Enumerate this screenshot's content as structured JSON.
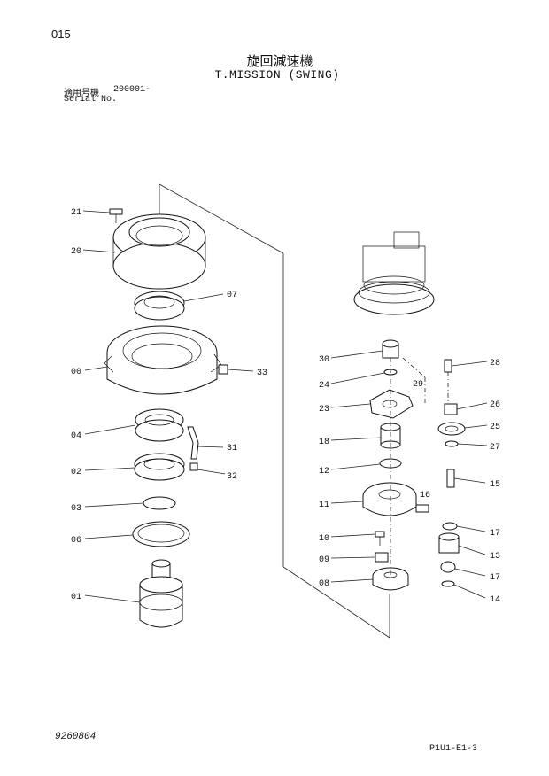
{
  "header": {
    "page_number": "015",
    "title_jp": "旋回減速機",
    "title_en": "T.MISSION (SWING)",
    "serial_label_jp": "適用号機",
    "serial_range": "200001-",
    "serial_label_en": "Serial No."
  },
  "footer": {
    "document_number": "9260804",
    "page_code": "P1U1-E1-3"
  },
  "callouts": {
    "c21": "21",
    "c20": "20",
    "c07": "07",
    "c00": "00",
    "c33": "33",
    "c04": "04",
    "c31": "31",
    "c02": "02",
    "c32": "32",
    "c03": "03",
    "c06": "06",
    "c01": "01",
    "c30": "30",
    "c28": "28",
    "c24": "24",
    "c29": "29",
    "c23": "23",
    "c26": "26",
    "c25": "25",
    "c18": "18",
    "c27": "27",
    "c12": "12",
    "c15": "15",
    "c11": "11",
    "c16": "16",
    "c17a": "17",
    "c10": "10",
    "c13": "13",
    "c09": "09",
    "c17b": "17",
    "c08": "08",
    "c14": "14"
  }
}
